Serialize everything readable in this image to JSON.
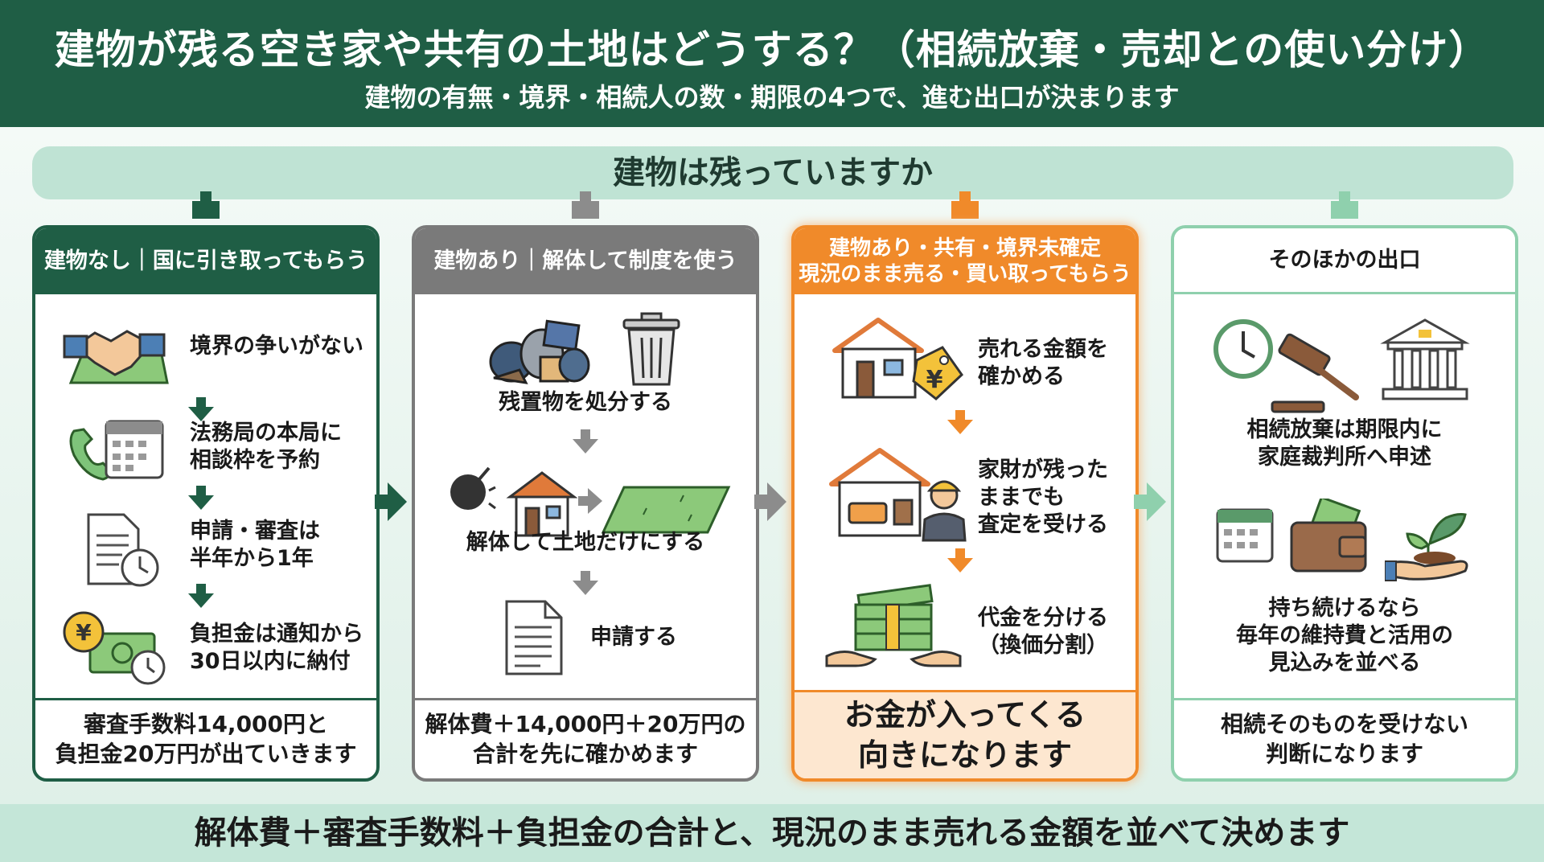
{
  "header": {
    "title": "建物が残る空き家や共有の土地はどうする？（相続放棄・売却との使い分け）",
    "subtitle": "建物の有無・境界・相続人の数・期限の4つで、進む出口が決まります"
  },
  "question": "建物は残っていますか",
  "colors": {
    "green": "#1f5e45",
    "gray": "#7a7a7a",
    "orange": "#f08a2a",
    "light_green": "#8fd0ad"
  },
  "columns": [
    {
      "head": "建物なし｜国に引き取ってもらう",
      "steps": [
        "境界の争いがない",
        "法務局の本局に\n相談枠を予約",
        "申請・審査は\n半年から1年",
        "負担金は通知から\n30日以内に納付"
      ],
      "icons": [
        "handshake-icon",
        "phone-calendar-icon",
        "document-clock-icon",
        "yen-money-clock-icon"
      ],
      "foot": "審査手数料14,000円と\n負担金20万円が出ていきます"
    },
    {
      "head": "建物あり｜解体して制度を使う",
      "steps": [
        "残置物を処分する",
        "解体して土地だけにする",
        "申請する"
      ],
      "icons": [
        "garbage-bags-icon",
        "trash-can-icon",
        "wrecking-ball-house-icon",
        "land-icon",
        "document-icon"
      ],
      "foot": "解体費＋14,000円＋20万円の\n合計を先に確かめます"
    },
    {
      "head": "建物あり・共有・境界未確定\n現況のまま売る・買い取ってもらう",
      "steps": [
        "売れる金額を\n確かめる",
        "家財が残った\nままでも\n査定を受ける",
        "代金を分ける\n（換価分割）"
      ],
      "icons": [
        "house-price-tag-icon",
        "house-furniture-worker-icon",
        "money-hands-icon"
      ],
      "foot": "お金が入ってくる\n向きになります"
    },
    {
      "head": "そのほかの出口",
      "steps": [
        "相続放棄は期限内に\n家庭裁判所へ申述",
        "持ち続けるなら\n毎年の維持費と活用の\n見込みを並べる"
      ],
      "icons": [
        "clock-icon",
        "gavel-icon",
        "courthouse-icon",
        "calendar-icon",
        "wallet-icon",
        "sprout-hand-icon"
      ],
      "foot": "相続そのものを受けない\n判断になります"
    }
  ],
  "bottom": "解体費＋審査手数料＋負担金の合計と、現況のまま売れる金額を並べて決めます"
}
